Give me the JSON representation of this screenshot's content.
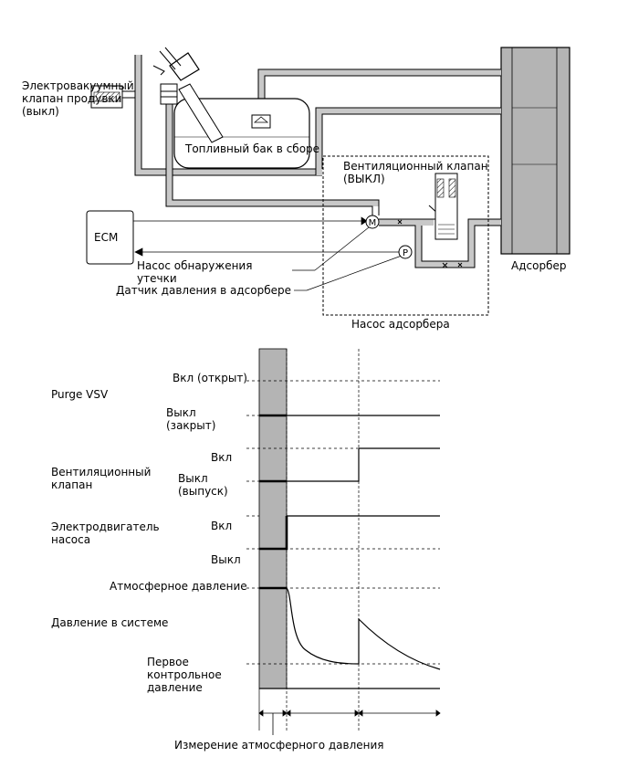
{
  "diagram": {
    "purge_vsv_label": [
      "Электровакуумный",
      "клапан продувки",
      "(выкл)"
    ],
    "fuel_tank_label": "Топливный бак в сборе",
    "vent_valve_label": [
      "Вентиляционный клапан",
      "(ВЫКЛ)"
    ],
    "ecm_label": "ECM",
    "leak_pump_label": [
      "Насос обнаружения",
      "утечки"
    ],
    "canister_sensor_label": "Датчик давления в адсорбере",
    "canister_label": "Адсорбер",
    "canister_pump_label": "Насос адсорбера",
    "motor_symbol": "M",
    "pressure_symbol": "P"
  },
  "timing": {
    "rows": [
      {
        "name": [
          "Purge VSV"
        ],
        "states": [
          [
            "Вкл (открыт)"
          ],
          [
            "Выкл",
            "(закрыт)"
          ]
        ]
      },
      {
        "name": [
          "Вентиляционный",
          "клапан"
        ],
        "states": [
          [
            "Вкл"
          ],
          [
            "Выкл",
            "(выпуск)"
          ]
        ]
      },
      {
        "name": [
          "Электродвигатель",
          "насоса"
        ],
        "states": [
          [
            "Вкл"
          ],
          [
            "Выкл"
          ]
        ]
      },
      {
        "name": [
          "Давление в системе"
        ],
        "states": [
          [
            "Атмосферное давление"
          ],
          [
            "Первое",
            "контрольное",
            "давление"
          ]
        ]
      }
    ],
    "bottom_label": "Измерение атмосферного давления",
    "colors": {
      "shade": "#b4b4b4",
      "canister": "#b4b4b4",
      "pipe": "#c8c8c8",
      "line": "#000000"
    }
  }
}
